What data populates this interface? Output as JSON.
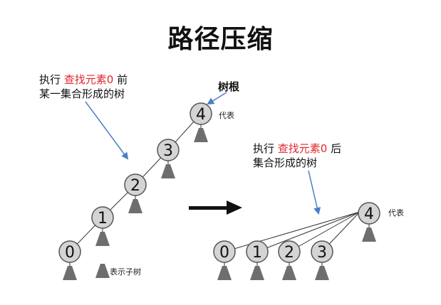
{
  "title": "路径压缩",
  "before": {
    "caption_line1_prefix": "执行",
    "caption_line1_highlight": "查找元素0",
    "caption_line1_suffix": "前",
    "caption_line2": "某一集合形成的树",
    "root_label": "树根",
    "representative_label": "代表",
    "subtree_legend": "表示子树",
    "nodes": [
      "4",
      "3",
      "2",
      "1",
      "0"
    ]
  },
  "after": {
    "caption_line1_prefix": "执行",
    "caption_line1_highlight": "查找元素0",
    "caption_line1_suffix": "后",
    "caption_line2": "集合形成的树",
    "representative_label": "代表",
    "root": "4",
    "children": [
      "0",
      "1",
      "2",
      "3"
    ]
  },
  "colors": {
    "highlight": "#e0262b",
    "node_fill": "#d4d4d4",
    "node_stroke": "#555555",
    "subtree_fill": "#6e6e6e",
    "pointer_arrow": "#4a7ec4",
    "transition_arrow": "#111111"
  }
}
